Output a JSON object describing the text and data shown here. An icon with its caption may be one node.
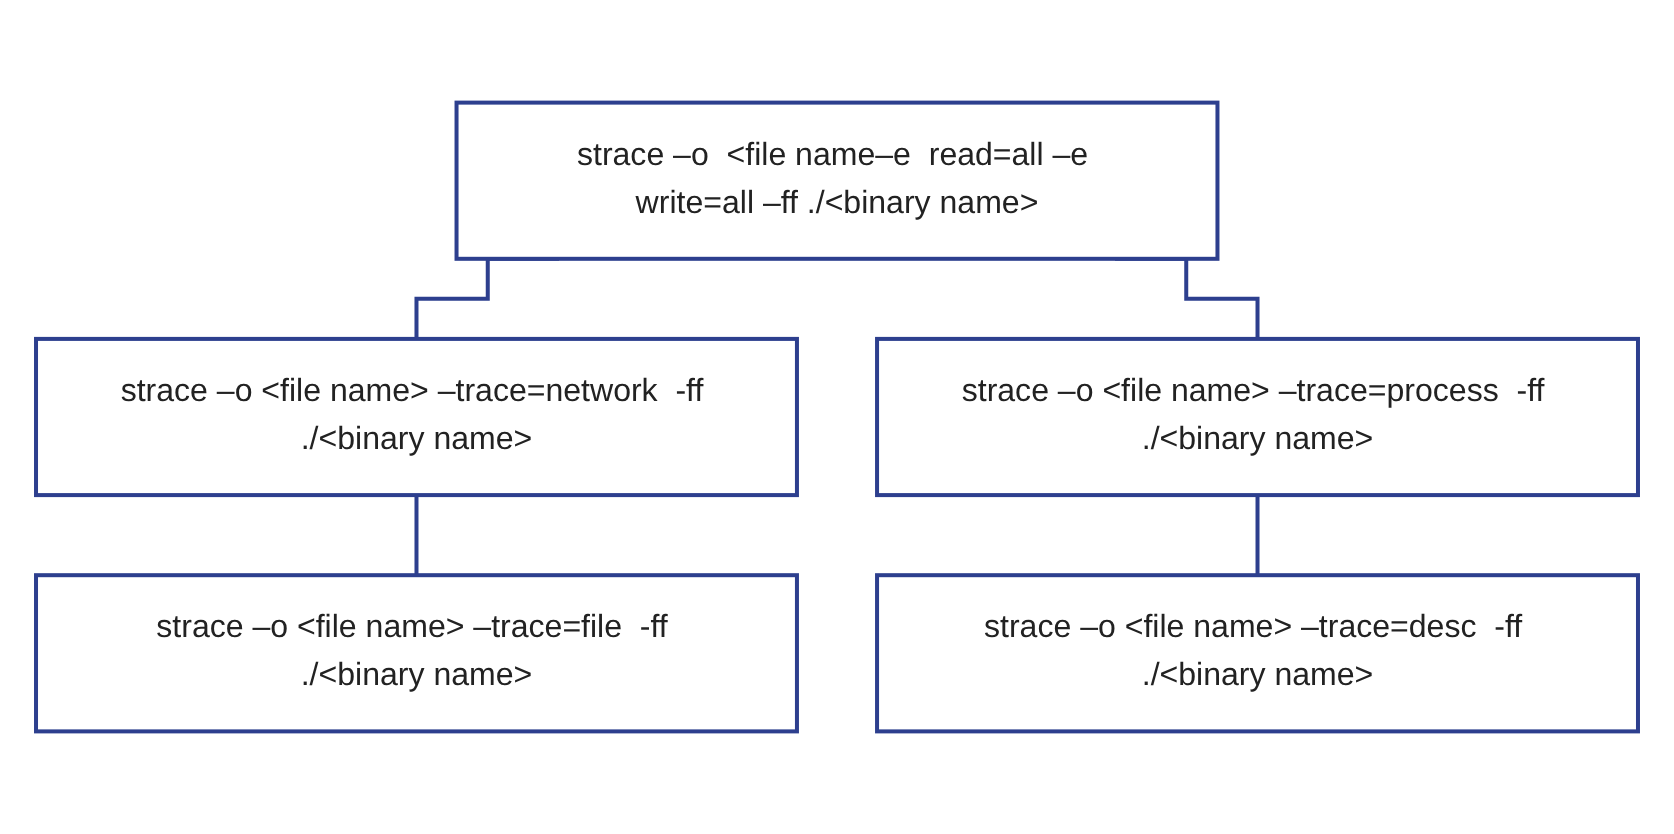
{
  "diagram": {
    "nodes": [
      {
        "text": [
          "strace –o  <file name–e  read=all –e write=all –ff ./<binary name>"
        ]
      },
      {
        "text": [
          "strace –o <file name> –trace=network  -ff ./<binary name>"
        ]
      },
      {
        "text": [
          "strace –o <file name> –trace=process  -ff ./<binary name>"
        ]
      },
      {
        "text": [
          "strace –o <file name> –trace=file  -ff ./<binary name>"
        ]
      },
      {
        "text": [
          "strace –o <file name> –trace=desc  -ff ./<binary name>"
        ]
      }
    ],
    "edges": [
      {
        "from": 0,
        "to": 1,
        "arrow": "none"
      },
      {
        "from": 0,
        "to": 2,
        "arrow": "none"
      },
      {
        "from": 1,
        "to": 3,
        "arrow": "none"
      },
      {
        "from": 2,
        "to": 4,
        "arrow": "none"
      }
    ]
  }
}
